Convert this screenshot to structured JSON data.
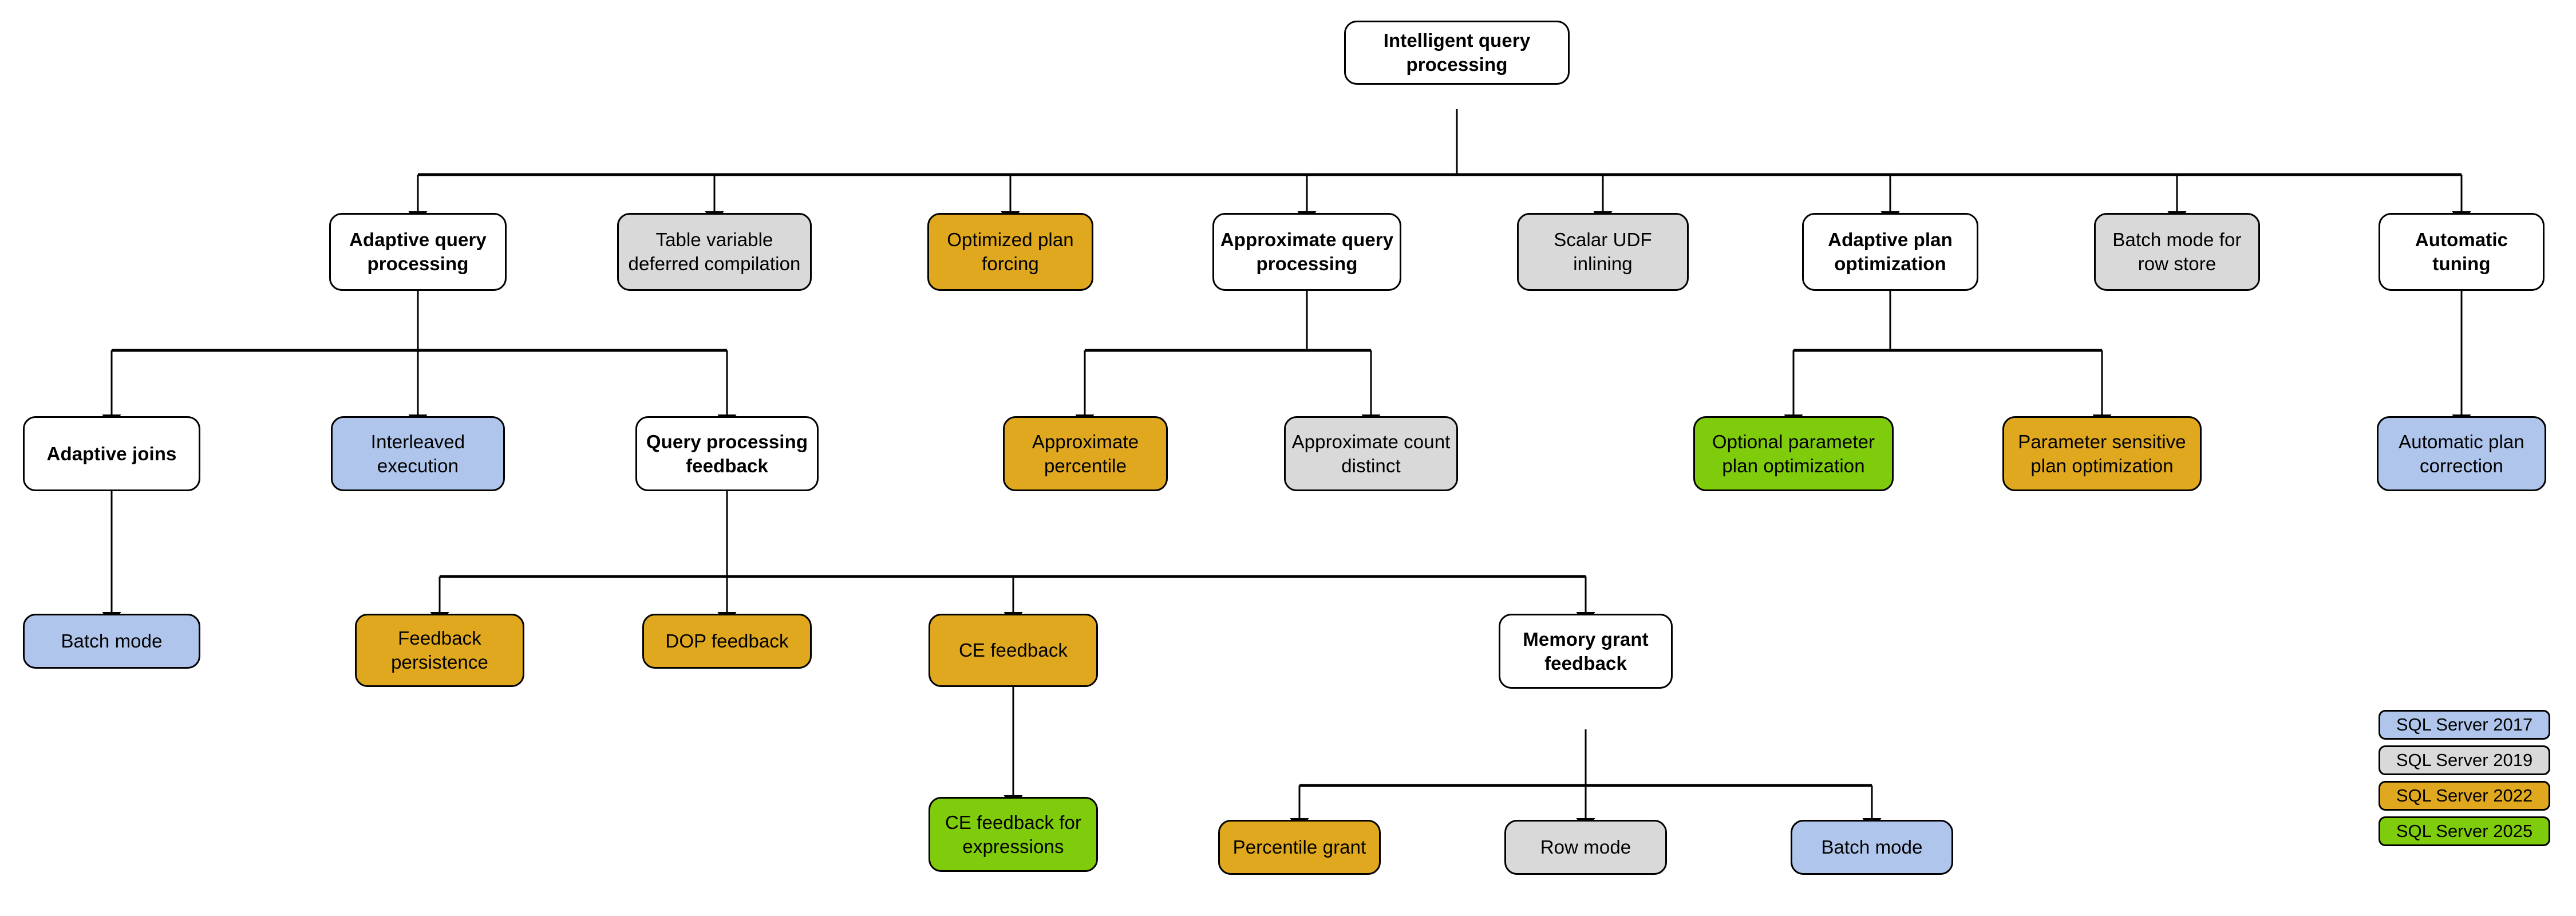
{
  "diagram": {
    "title": "Intelligent query processing",
    "palette": {
      "sql_server_2017": "#AFC5EC",
      "sql_server_2019": "#D9D9D9",
      "sql_server_2022": "#DFA81F",
      "sql_server_2025": "#7FCC0C",
      "default": "#FFFFFF",
      "stroke": "#000000"
    },
    "nodes": {
      "root": "Intelligent query processing",
      "adaptive_query_processing": "Adaptive query processing",
      "table_variable_deferred_compilation": "Table variable deferred compilation",
      "optimized_plan_forcing": "Optimized plan forcing",
      "approximate_query_processing": "Approximate query processing",
      "scalar_udf_inlining": "Scalar UDF inlining",
      "adaptive_plan_optimization": "Adaptive plan optimization",
      "batch_mode_for_row_store": "Batch mode for row store",
      "automatic_tuning": "Automatic tuning",
      "adaptive_joins": "Adaptive joins",
      "interleaved_execution": "Interleaved execution",
      "query_processing_feedback": "Query processing feedback",
      "approximate_percentile": "Approximate percentile",
      "approximate_count_distinct": "Approximate count distinct",
      "optional_parameter_plan_optimization": "Optional parameter plan optimization",
      "parameter_sensitive_plan_optimization": "Parameter sensitive plan optimization",
      "automatic_plan_correction": "Automatic plan correction",
      "batch_mode_adaptive_joins": "Batch mode",
      "feedback_persistence": "Feedback persistence",
      "dop_feedback": "DOP feedback",
      "ce_feedback": "CE feedback",
      "memory_grant_feedback": "Memory grant feedback",
      "ce_feedback_for_expressions": "CE feedback for expressions",
      "percentile_grant": "Percentile grant",
      "row_mode": "Row mode",
      "batch_mode_memory_grant": "Batch mode"
    },
    "legend": [
      {
        "label": "SQL Server 2017",
        "color": "#AFC5EC"
      },
      {
        "label": "SQL Server 2019",
        "color": "#D9D9D9"
      },
      {
        "label": "SQL Server 2022",
        "color": "#DFA81F"
      },
      {
        "label": "SQL Server 2025",
        "color": "#7FCC0C"
      }
    ]
  }
}
